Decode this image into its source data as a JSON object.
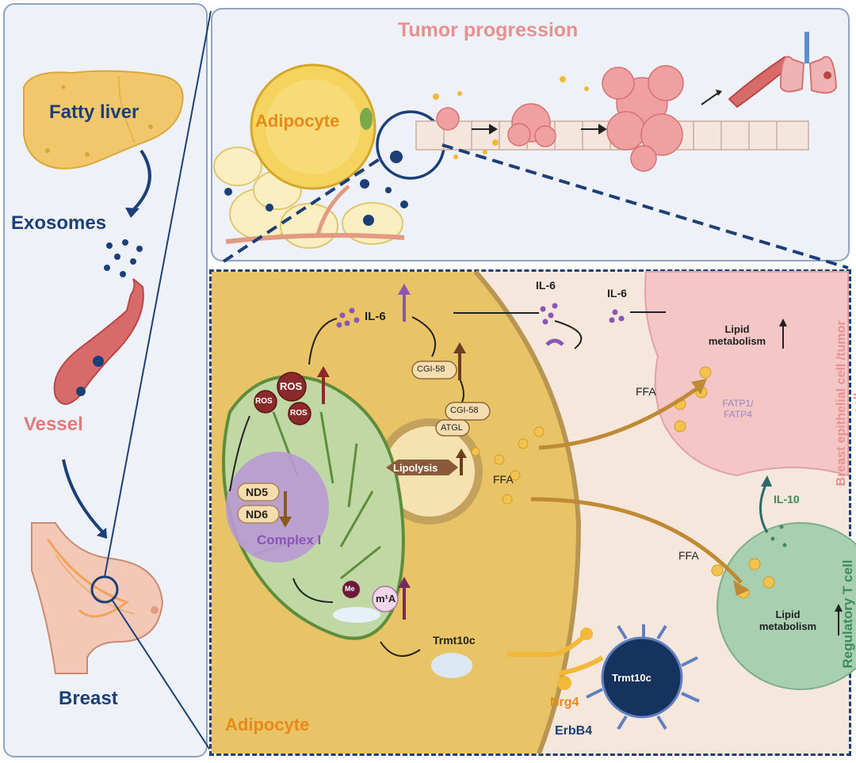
{
  "left": {
    "fatty_liver": "Fatty liver",
    "exosomes": "Exosomes",
    "vessel": "Vessel",
    "breast": "Breast"
  },
  "top": {
    "title": "Tumor progression",
    "adipocyte": "Adipocyte"
  },
  "detail": {
    "il6": "IL-6",
    "ros": "ROS",
    "cgi58": "CGI-58",
    "atgl": "ATGL",
    "lipolysis": "Lipolysis",
    "ffa": "FFA",
    "nd5": "ND5",
    "nd6": "ND6",
    "complex1": "Complex I",
    "me": "Me",
    "m1a": "m¹A",
    "trmt10c": "Trmt10c",
    "nrg4": "Nrg4",
    "erbb4": "ErbB4",
    "adipocyte": "Adipocyte",
    "lipid_metabolism": "Lipid metabolism",
    "fatp": "FATP1/ FATP4",
    "breast_cell": "Breast epithelial cell /tumor cell",
    "il10": "IL-10",
    "treg": "Regulatory T cell"
  },
  "colors": {
    "navy": "#1c3f77",
    "orange": "#e8891a",
    "pink": "#e07b7b",
    "purple": "#8a55b4",
    "brown": "#6b3f1f",
    "green": "#3e8a5a"
  }
}
